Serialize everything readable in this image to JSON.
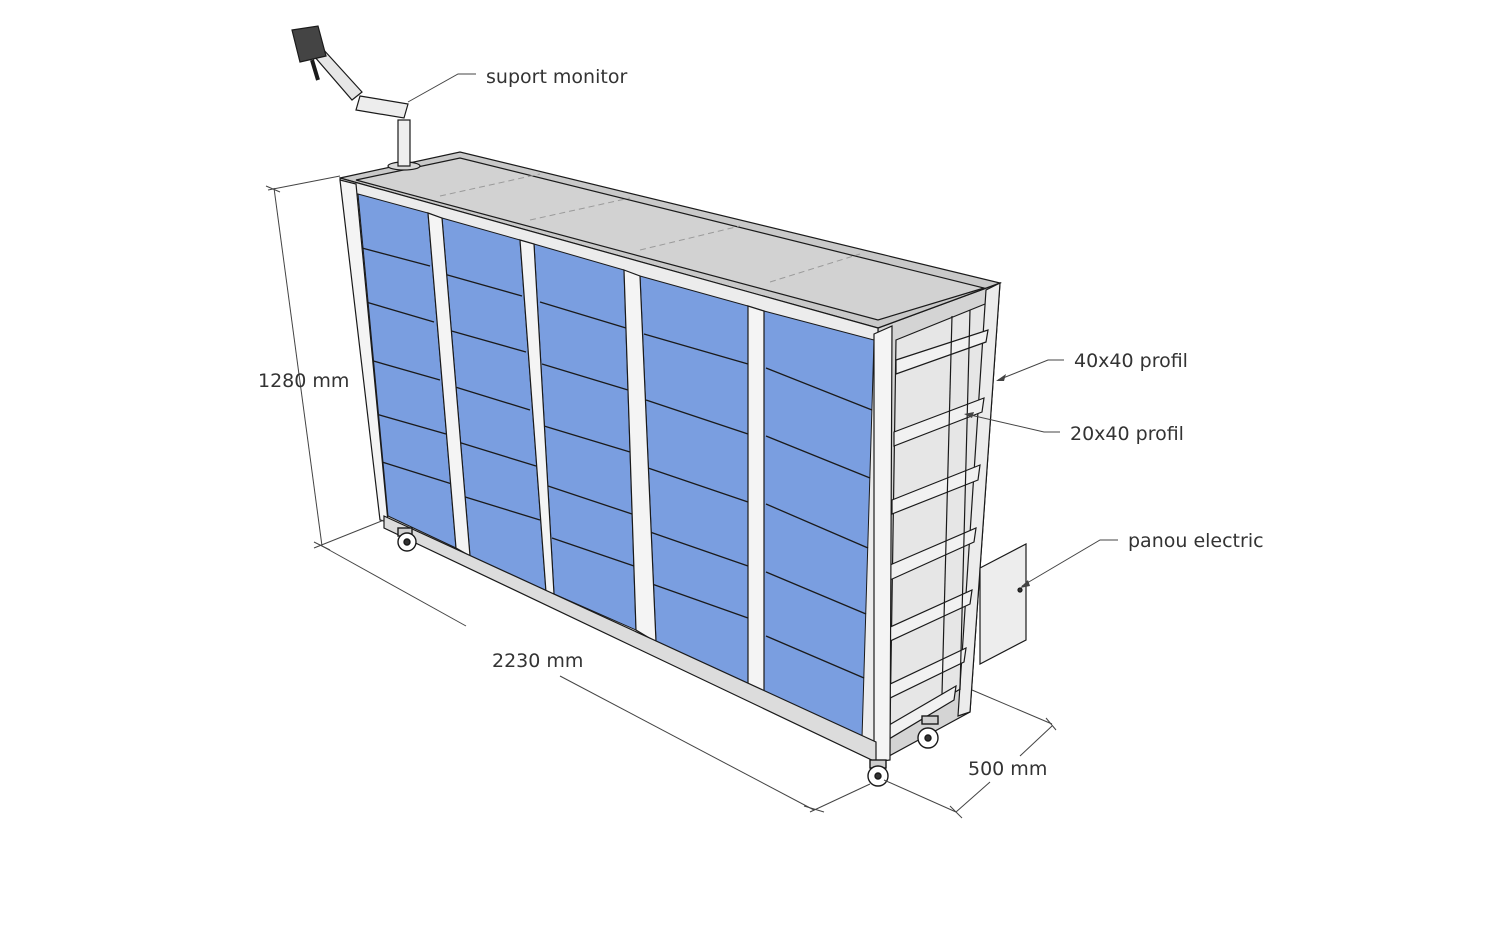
{
  "labels": {
    "monitor_mount": "suport monitor",
    "profile_40x40": "40x40 profil",
    "profile_20x40": "20x40 profil",
    "electric_panel": "panou electric"
  },
  "dimensions": {
    "height": "1280 mm",
    "length": "2230 mm",
    "depth": "500 mm"
  },
  "colors": {
    "glass": "#7a9ee0",
    "glass_dark": "#6f8fd6",
    "frame": "#ececec",
    "top": "#c9c9c9",
    "line": "#1a1a1a",
    "dim_line": "#444444"
  }
}
